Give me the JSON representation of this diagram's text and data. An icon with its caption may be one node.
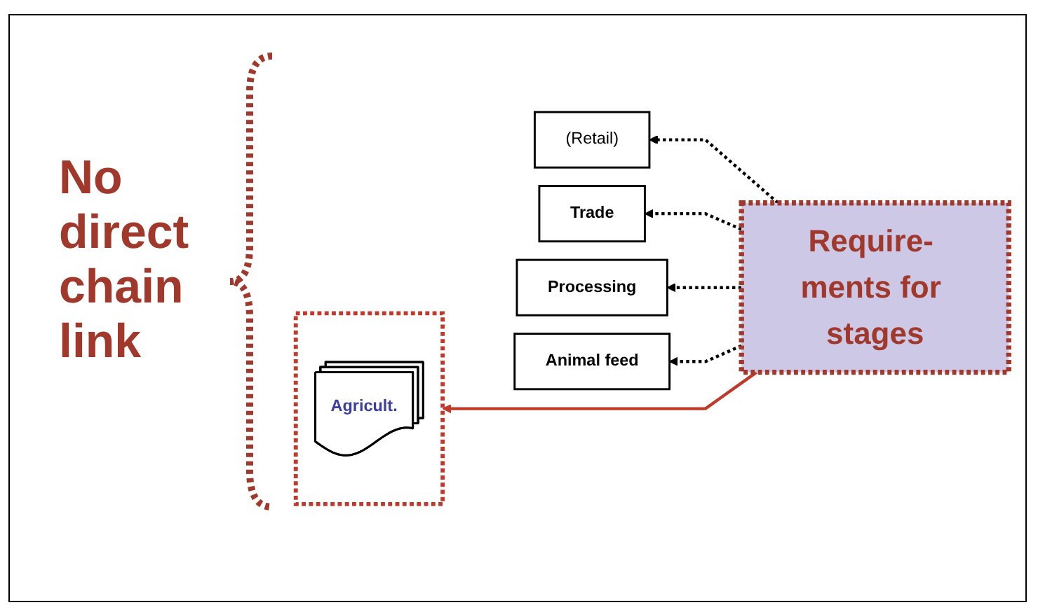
{
  "diagram": {
    "nodes": [
      {
        "text": [
          "(Retail)"
        ]
      },
      {
        "text": [
          "Trade"
        ]
      },
      {
        "text": [
          "Processing"
        ]
      },
      {
        "text": [],
        "shape": "box"
      },
      {
        "text": [
          "Agricult."
        ],
        "in": 3
      },
      {
        "text": [
          "Animal feed"
        ]
      },
      {
        "text": [
          "Require- ments for stages"
        ]
      }
    ],
    "edges": [
      {
        "from": 6,
        "to": 0,
        "arrow": "to",
        "style": "dashed"
      },
      {
        "from": 6,
        "to": 1,
        "arrow": "to",
        "style": "dashed"
      },
      {
        "from": 6,
        "to": 2,
        "arrow": "to",
        "style": "dashed"
      },
      {
        "from": 6,
        "to": 3,
        "arrow": "to",
        "color": "#c0392b"
      },
      {
        "from": 6,
        "to": 5,
        "arrow": "to",
        "style": "dashed"
      }
    ],
    "labels": [
      "No direct chain link"
    ]
  }
}
